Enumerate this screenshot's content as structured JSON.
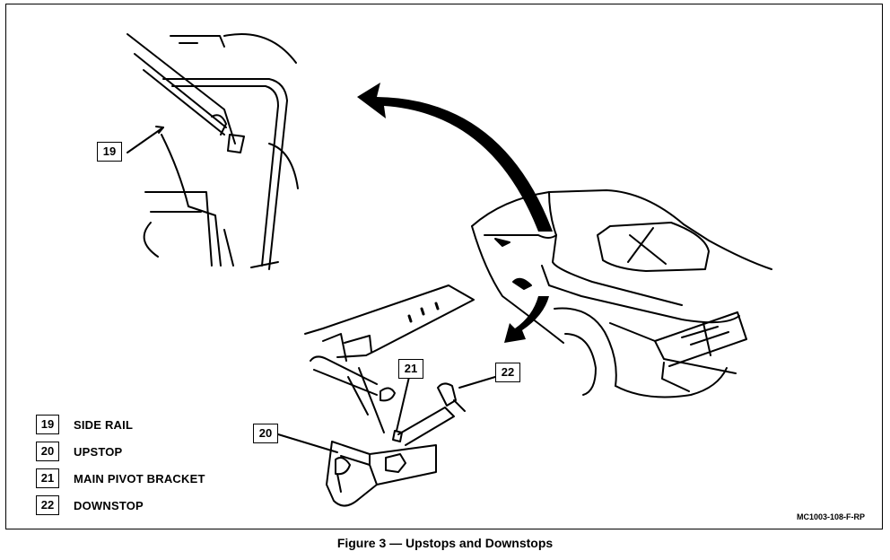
{
  "figure": {
    "caption": "Figure 3 — Upstops and Downstops",
    "code": "MC1003-108-F-RP"
  },
  "callouts": {
    "c19": "19",
    "c20": "20",
    "c21": "21",
    "c22": "22"
  },
  "legend": [
    {
      "num": "19",
      "label": "SIDE RAIL"
    },
    {
      "num": "20",
      "label": "UPSTOP"
    },
    {
      "num": "21",
      "label": "MAIN PIVOT BRACKET"
    },
    {
      "num": "22",
      "label": "DOWNSTOP"
    }
  ]
}
